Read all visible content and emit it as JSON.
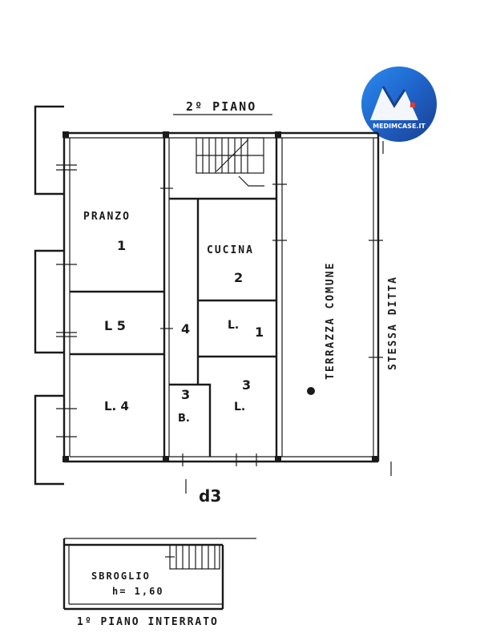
{
  "floor_plan": {
    "title": "2º PIANO",
    "basement_title": "1º PIANO INTERRATO",
    "rooms": {
      "pranzo": {
        "label": "PRANZO",
        "number": "1"
      },
      "cucina": {
        "label": "CUCINA",
        "number": "2"
      },
      "l5": {
        "label": "L 5"
      },
      "l4": {
        "label": "L. 4"
      },
      "l3": {
        "label": "L.",
        "number": "3"
      },
      "l_small": {
        "label": "L."
      },
      "bath": {
        "label": "B."
      },
      "terrace_vertical": "TERRAZZA COMUNE",
      "stessa_ditta": "STESSA DITTA",
      "sbroglio": {
        "label": "SBROGLIO",
        "height": "h= 1,60"
      }
    },
    "annotations": {
      "note_d3": "d3",
      "note_4": "4",
      "note_1": "1",
      "note_3": "3"
    }
  },
  "logo": {
    "brand": "MEDIMCASE.IT",
    "colors": {
      "primary": "#1f6fd6",
      "dark": "#1a4fa8",
      "light": "#c7d8f2"
    }
  }
}
